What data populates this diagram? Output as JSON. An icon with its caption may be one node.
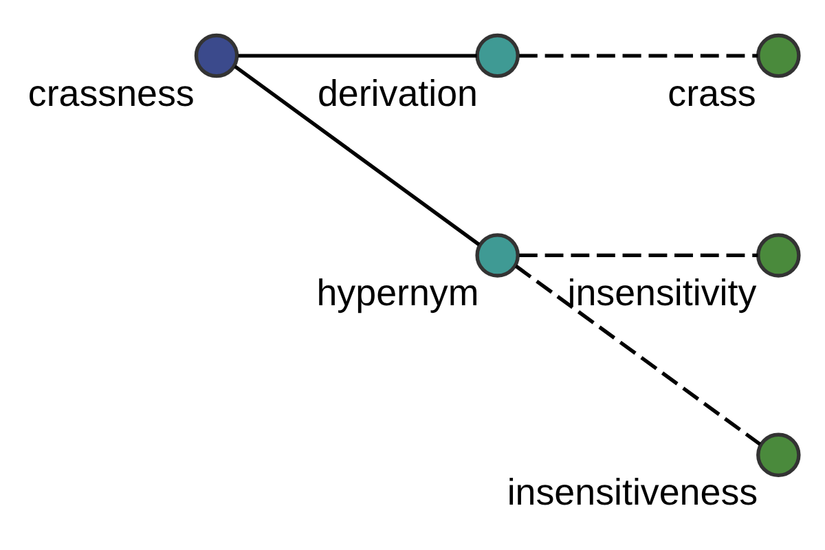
{
  "diagram": {
    "nodes": [
      {
        "text": [
          "crassness"
        ]
      },
      {
        "text": [
          "derivation"
        ]
      },
      {
        "text": [
          "crass"
        ]
      },
      {
        "text": [
          "insensitivity"
        ]
      },
      {
        "text": [
          "hypernym"
        ]
      },
      {
        "text": [
          "insensitiveness"
        ]
      }
    ],
    "edges": [
      {
        "from": 0,
        "to": 1,
        "arrow": "none"
      },
      {
        "from": 1,
        "to": 2,
        "arrow": "none",
        "style": "dashed"
      },
      {
        "from": 0,
        "to": 4,
        "arrow": "none"
      },
      {
        "from": 4,
        "to": 3,
        "arrow": "none",
        "style": "dashed"
      },
      {
        "from": 4,
        "to": 5,
        "arrow": "none",
        "style": "dashed"
      }
    ]
  }
}
